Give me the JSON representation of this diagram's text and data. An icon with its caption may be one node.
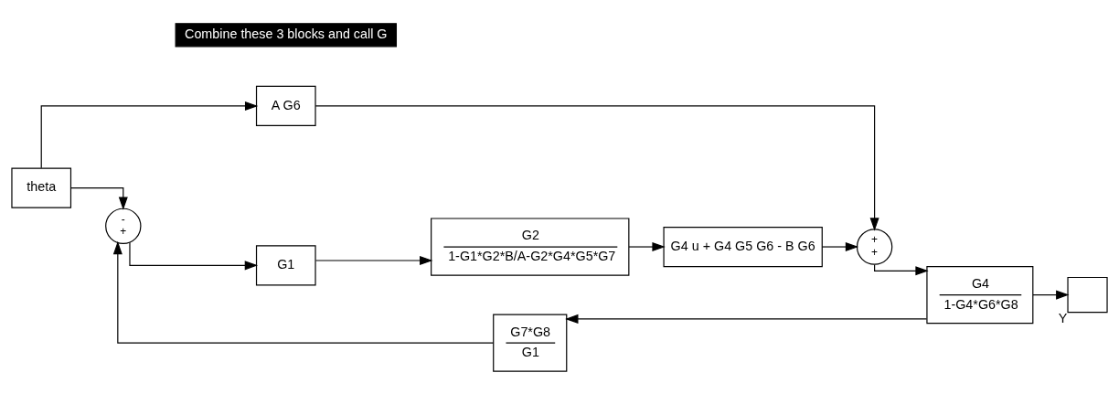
{
  "diagram": {
    "nodes": [
      {
        "text": [
          "theta"
        ]
      },
      {
        "text": [
          "-",
          "+"
        ]
      },
      {
        "text": [
          "A G6"
        ]
      },
      {
        "text": [
          "G1"
        ]
      },
      {
        "text": [
          "G2",
          "1-G1*G2*B/A-G2*G4*G5*G7"
        ]
      },
      {
        "text": [
          "G4 u + G4 G5 G6 - B G6"
        ]
      },
      {
        "text": [
          "+",
          "+"
        ]
      },
      {
        "text": [
          "G4",
          "1-G4*G6*G8"
        ]
      },
      {
        "text": [],
        "shape": "box",
        "beside": [
          "Y"
        ]
      },
      {
        "text": [
          "G7*G8",
          "G1"
        ]
      }
    ],
    "edges": [
      {
        "from": 0,
        "to": 1,
        "arrow": "to"
      },
      {
        "from": 0,
        "to": 2,
        "arrow": "to"
      },
      {
        "from": 1,
        "to": 3,
        "arrow": "to"
      },
      {
        "from": 3,
        "to": 4,
        "arrow": "to"
      },
      {
        "from": 4,
        "to": 5,
        "arrow": "to"
      },
      {
        "from": 5,
        "to": 6,
        "arrow": "to"
      },
      {
        "from": 2,
        "to": 6,
        "arrow": "to"
      },
      {
        "from": 6,
        "to": 7,
        "arrow": "to"
      },
      {
        "from": 7,
        "to": 8,
        "arrow": "to"
      },
      {
        "from": 7,
        "to": 9,
        "arrow": "to"
      },
      {
        "from": 9,
        "to": 1,
        "arrow": "to"
      }
    ],
    "labels": [
      "Combine these 3 blocks and call G"
    ]
  }
}
